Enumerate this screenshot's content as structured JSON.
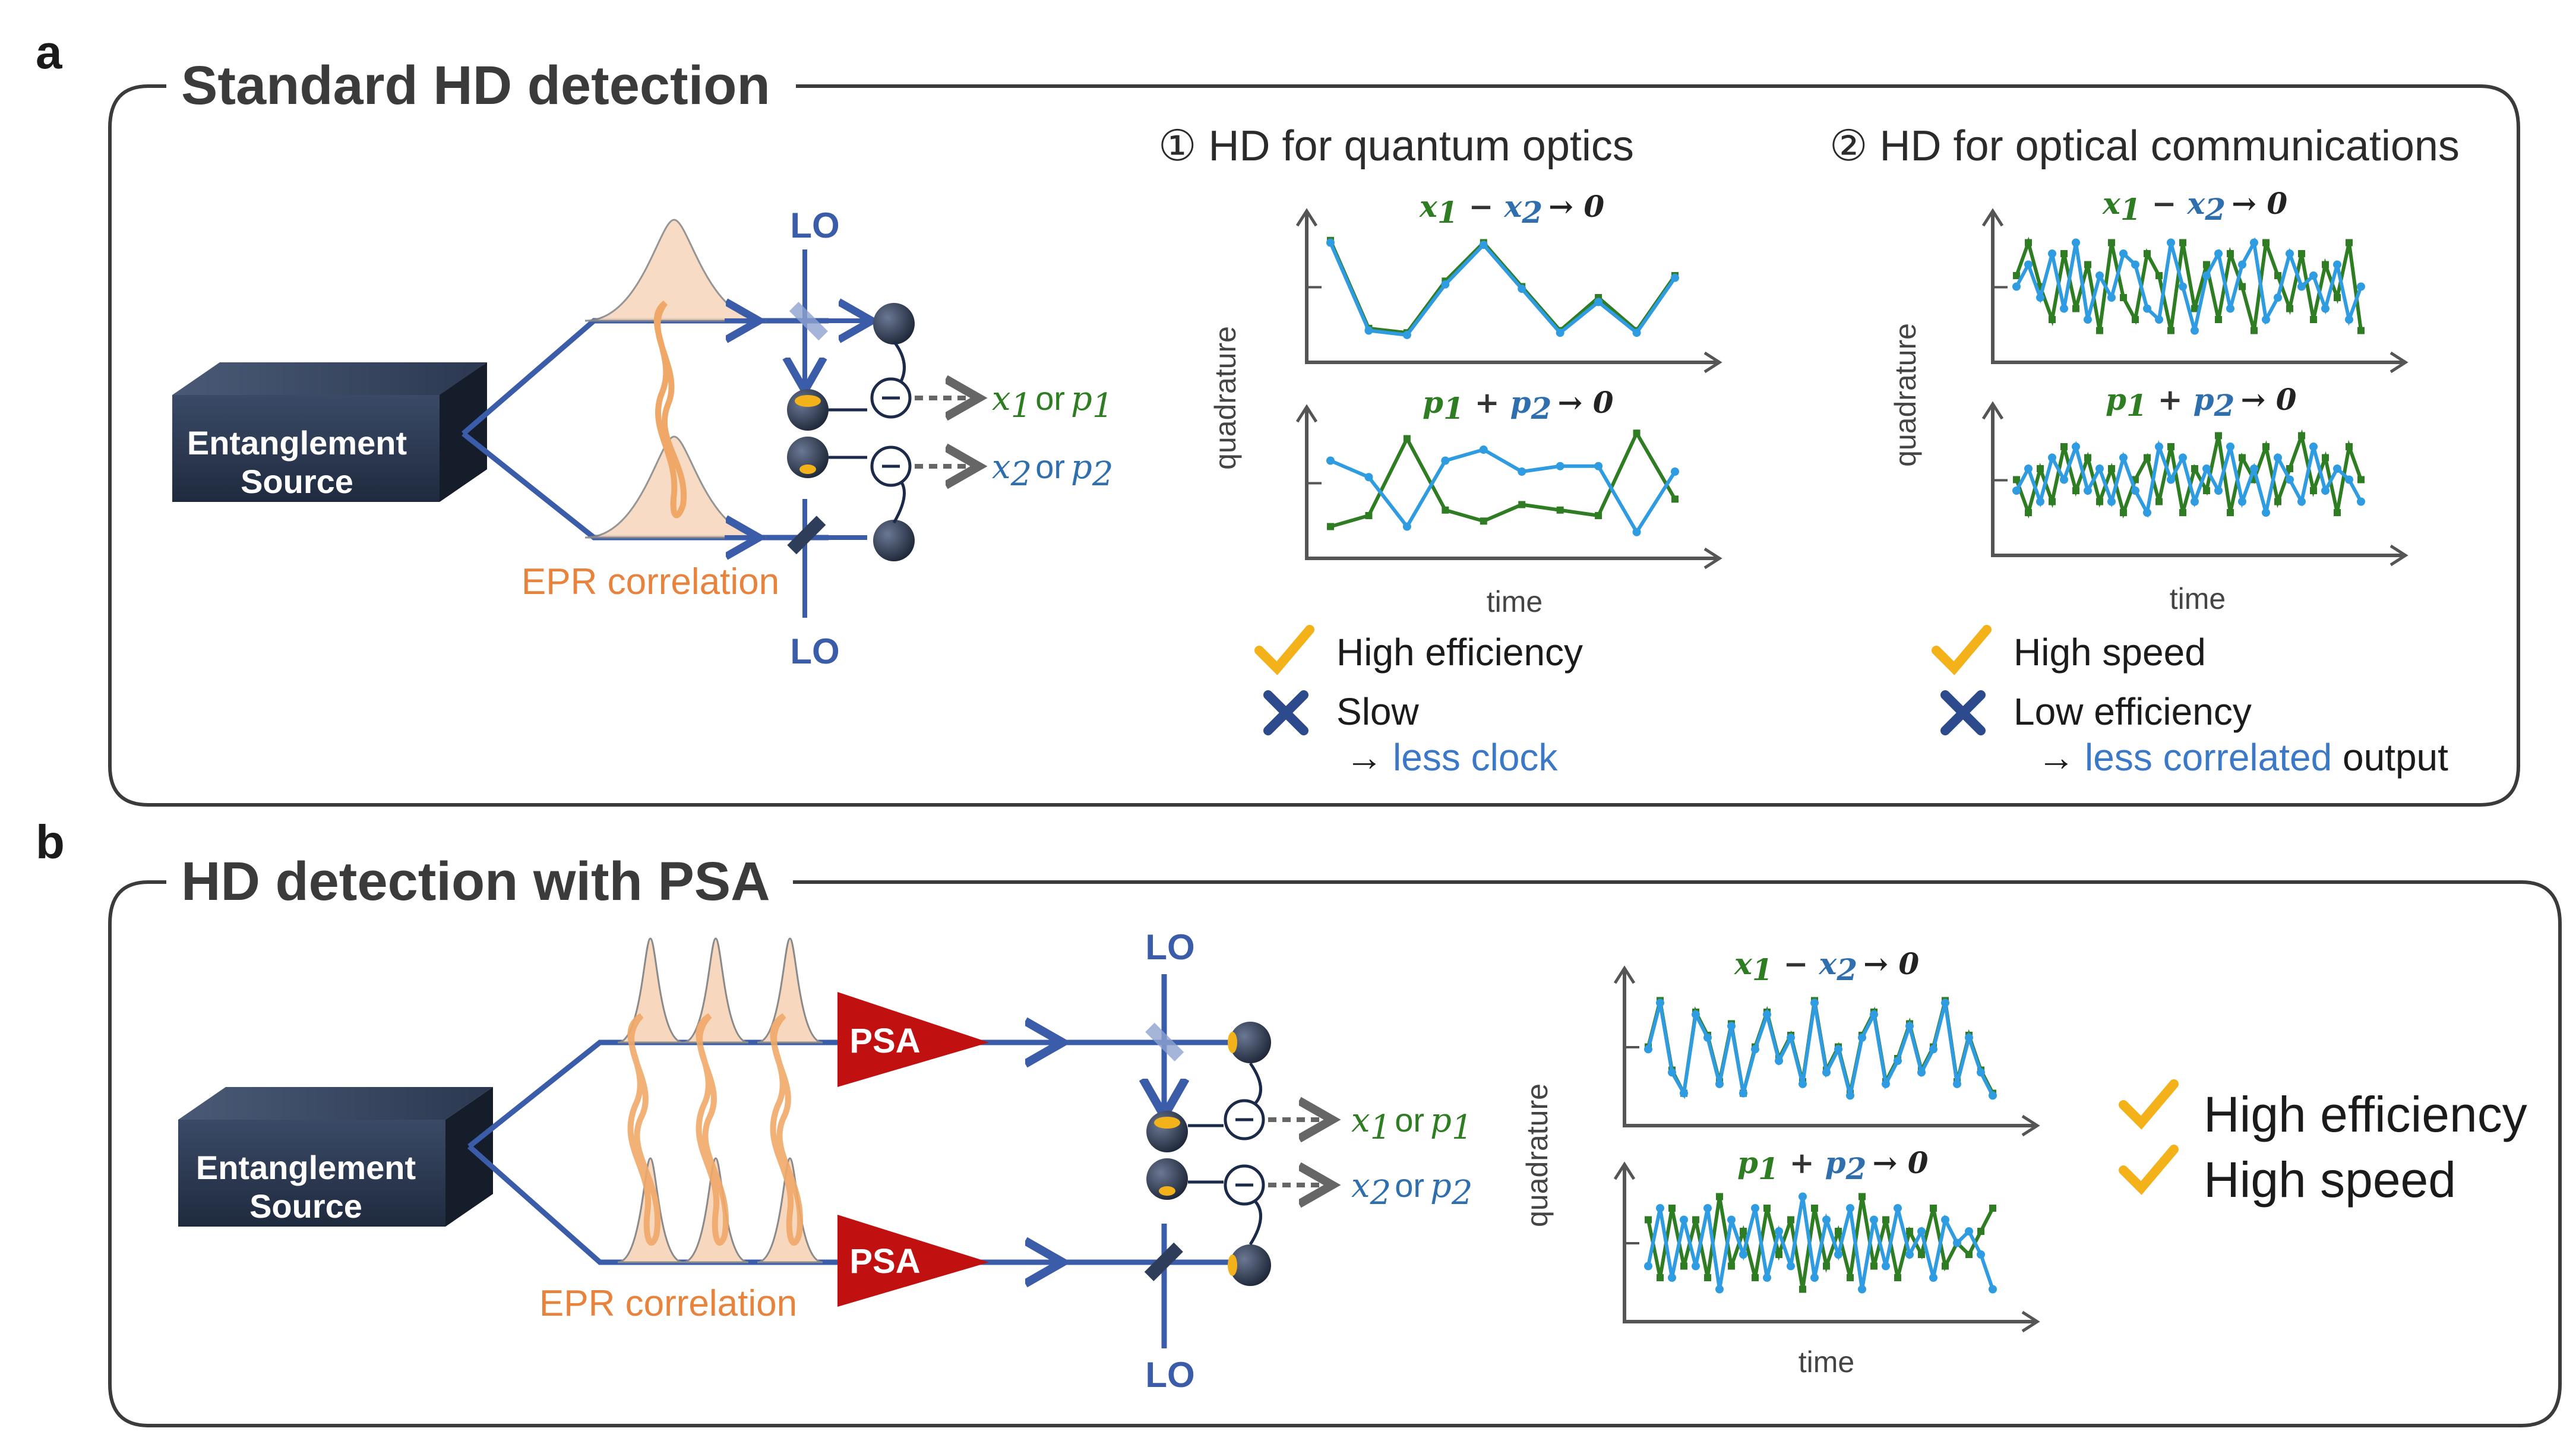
{
  "panel_a": {
    "letter": "a",
    "title": "Standard HD detection",
    "source_line1": "Entanglement",
    "source_line2": "Source",
    "lo_top": "LO",
    "lo_bottom": "LO",
    "epr_label": "EPR correlation",
    "output1": {
      "v1": "x",
      "sub1": "1",
      "or": "or",
      "v2": "p",
      "sub2": "1"
    },
    "output2": {
      "v1": "x",
      "sub1": "2",
      "or": "or",
      "v2": "p",
      "sub2": "2"
    },
    "section1": {
      "title": "① HD for quantum optics",
      "eq_top": {
        "a": "x",
        "a_sub": "1",
        "op": "−",
        "b": "x",
        "b_sub": "2",
        "rest": "→ 0"
      },
      "eq_bottom": {
        "a": "p",
        "a_sub": "1",
        "op": "+",
        "b": "p",
        "b_sub": "2",
        "rest": "→ 0"
      },
      "ylabel": "quadrature",
      "xlabel": "time",
      "pro": "High efficiency",
      "con": "Slow",
      "con_note_arrow": "→",
      "con_note_blue": "less clock",
      "con_note_rest": ""
    },
    "section2": {
      "title": "② HD for optical communications",
      "eq_top": {
        "a": "x",
        "a_sub": "1",
        "op": "−",
        "b": "x",
        "b_sub": "2",
        "rest": "→ 0"
      },
      "eq_bottom": {
        "a": "p",
        "a_sub": "1",
        "op": "+",
        "b": "p",
        "b_sub": "2",
        "rest": "→ 0"
      },
      "ylabel": "quadrature",
      "xlabel": "time",
      "pro": "High speed",
      "con": "Low efficiency",
      "con_note_arrow": "→",
      "con_note_blue": "less correlated",
      "con_note_rest": " output"
    }
  },
  "panel_b": {
    "letter": "b",
    "title": "HD detection with PSA",
    "source_line1": "Entanglement",
    "source_line2": "Source",
    "psa_top": "PSA",
    "psa_bottom": "PSA",
    "lo_top": "LO",
    "lo_bottom": "LO",
    "epr_label": "EPR correlation",
    "output1": {
      "v1": "x",
      "sub1": "1",
      "or": "or",
      "v2": "p",
      "sub2": "1"
    },
    "output2": {
      "v1": "x",
      "sub1": "2",
      "or": "or",
      "v2": "p",
      "sub2": "2"
    },
    "plots": {
      "eq_top": {
        "a": "x",
        "a_sub": "1",
        "op": "−",
        "b": "x",
        "b_sub": "2",
        "rest": "→ 0"
      },
      "eq_bottom": {
        "a": "p",
        "a_sub": "1",
        "op": "+",
        "b": "p",
        "b_sub": "2",
        "rest": "→ 0"
      },
      "ylabel": "quadrature",
      "xlabel": "time"
    },
    "benefit1": "High efficiency",
    "benefit2": "High speed"
  },
  "colors": {
    "green": "#2e7d22",
    "blue": "#2f9be0",
    "line_blue": "#3b5ca8",
    "check": "#f3b21a",
    "cross": "#2d4a8c",
    "psa_red": "#c01010",
    "epr_orange": "#e8833e",
    "box": "#2d3a52"
  },
  "chart_data": [
    {
      "type": "line",
      "subplot": "a1-top",
      "title": "x1 − x2 → 0",
      "xlabel": "time",
      "ylabel": "quadrature",
      "series": [
        {
          "values": [
            0.92,
            0.12,
            0.08,
            0.55,
            0.9,
            0.5,
            0.1,
            0.4,
            0.1,
            0.6
          ]
        },
        {
          "values": [
            0.9,
            0.1,
            0.06,
            0.52,
            0.88,
            0.48,
            0.08,
            0.36,
            0.08,
            0.58
          ]
        }
      ]
    },
    {
      "type": "line",
      "subplot": "a1-bottom",
      "title": "p1 + p2 → 0",
      "xlabel": "time",
      "ylabel": "quadrature",
      "series": [
        {
          "values": [
            0.1,
            0.2,
            0.9,
            0.25,
            0.15,
            0.3,
            0.25,
            0.2,
            0.95,
            0.35
          ]
        },
        {
          "values": [
            0.7,
            0.55,
            0.1,
            0.7,
            0.8,
            0.6,
            0.65,
            0.65,
            0.05,
            0.6
          ]
        }
      ]
    },
    {
      "type": "line",
      "subplot": "a2-top",
      "title": "x1 − x2 → 0",
      "xlabel": "time",
      "ylabel": "quadrature",
      "series": [
        {
          "values": [
            0.6,
            0.9,
            0.5,
            0.2,
            0.8,
            0.3,
            0.7,
            0.1,
            0.9,
            0.4,
            0.2,
            0.8,
            0.6,
            0.1,
            0.9,
            0.3,
            0.7,
            0.2,
            0.8,
            0.5,
            0.1,
            0.9,
            0.6,
            0.3,
            0.8,
            0.2,
            0.7,
            0.4,
            0.9,
            0.1
          ]
        },
        {
          "values": [
            0.5,
            0.7,
            0.4,
            0.8,
            0.3,
            0.9,
            0.2,
            0.6,
            0.4,
            0.8,
            0.7,
            0.3,
            0.2,
            0.9,
            0.5,
            0.1,
            0.6,
            0.8,
            0.3,
            0.7,
            0.9,
            0.2,
            0.4,
            0.8,
            0.5,
            0.6,
            0.3,
            0.7,
            0.2,
            0.5
          ]
        }
      ]
    },
    {
      "type": "line",
      "subplot": "a2-bottom",
      "title": "p1 + p2 → 0",
      "xlabel": "time",
      "ylabel": "quadrature",
      "series": [
        {
          "values": [
            0.5,
            0.2,
            0.6,
            0.3,
            0.8,
            0.4,
            0.7,
            0.3,
            0.6,
            0.2,
            0.5,
            0.7,
            0.3,
            0.8,
            0.2,
            0.6,
            0.4,
            0.9,
            0.2,
            0.7,
            0.5,
            0.8,
            0.3,
            0.6,
            0.9,
            0.4,
            0.7,
            0.2,
            0.8,
            0.5
          ]
        },
        {
          "values": [
            0.4,
            0.6,
            0.3,
            0.7,
            0.5,
            0.8,
            0.4,
            0.6,
            0.3,
            0.7,
            0.4,
            0.2,
            0.8,
            0.5,
            0.7,
            0.3,
            0.6,
            0.4,
            0.8,
            0.3,
            0.6,
            0.2,
            0.7,
            0.5,
            0.3,
            0.8,
            0.4,
            0.6,
            0.5,
            0.3
          ]
        }
      ]
    },
    {
      "type": "line",
      "subplot": "b-top",
      "title": "x1 − x2 → 0",
      "xlabel": "time",
      "ylabel": "quadrature",
      "series": [
        {
          "values": [
            0.5,
            0.9,
            0.3,
            0.1,
            0.8,
            0.6,
            0.2,
            0.7,
            0.1,
            0.5,
            0.8,
            0.4,
            0.6,
            0.2,
            0.9,
            0.3,
            0.5,
            0.1,
            0.6,
            0.8,
            0.2,
            0.4,
            0.7,
            0.3,
            0.5,
            0.9,
            0.2,
            0.6,
            0.3,
            0.1
          ]
        },
        {
          "values": [
            0.48,
            0.88,
            0.28,
            0.1,
            0.78,
            0.58,
            0.18,
            0.68,
            0.1,
            0.48,
            0.78,
            0.38,
            0.58,
            0.18,
            0.88,
            0.28,
            0.48,
            0.08,
            0.58,
            0.78,
            0.18,
            0.38,
            0.68,
            0.28,
            0.48,
            0.88,
            0.18,
            0.58,
            0.28,
            0.08
          ]
        }
      ]
    },
    {
      "type": "line",
      "subplot": "b-bottom",
      "title": "p1 + p2 → 0",
      "xlabel": "time",
      "ylabel": "quadrature",
      "series": [
        {
          "values": [
            0.7,
            0.2,
            0.8,
            0.3,
            0.7,
            0.2,
            0.9,
            0.3,
            0.6,
            0.2,
            0.8,
            0.4,
            0.7,
            0.1,
            0.8,
            0.3,
            0.6,
            0.2,
            0.9,
            0.3,
            0.7,
            0.2,
            0.6,
            0.4,
            0.8,
            0.3,
            0.5,
            0.4,
            0.6,
            0.8
          ]
        },
        {
          "values": [
            0.3,
            0.8,
            0.2,
            0.7,
            0.3,
            0.8,
            0.1,
            0.7,
            0.4,
            0.8,
            0.2,
            0.6,
            0.3,
            0.9,
            0.2,
            0.7,
            0.4,
            0.8,
            0.1,
            0.7,
            0.3,
            0.8,
            0.4,
            0.6,
            0.2,
            0.7,
            0.5,
            0.6,
            0.4,
            0.1
          ]
        }
      ]
    }
  ]
}
